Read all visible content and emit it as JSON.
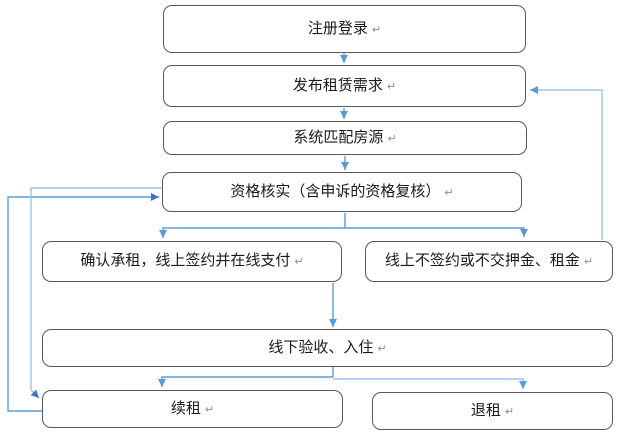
{
  "colors": {
    "box_border": "#595959",
    "box_fill": "#ffffff",
    "text": "#1a1a1a",
    "connector": "#5b9bd5",
    "connector_light": "#9dc3e6",
    "arrow_dark": "#4472c4",
    "return_mark": "#8c8c8c",
    "background": "#ffffff"
  },
  "glyphs": {
    "return_mark": "↵"
  },
  "nodes": {
    "b1": {
      "label": "注册登录"
    },
    "b2": {
      "label": "发布租赁需求"
    },
    "b3": {
      "label": "系统匹配房源"
    },
    "b4": {
      "label": "资格核实（含申诉的资格复核）"
    },
    "b5": {
      "label": "确认承租，线上签约并在线支付"
    },
    "b6": {
      "label": "线上不签约或不交押金、租金"
    },
    "b7": {
      "label": "线下验收、入住"
    },
    "b8": {
      "label": "续租"
    },
    "b9": {
      "label": "退租"
    }
  },
  "edges": [
    {
      "from": "注册登录",
      "to": "发布租赁需求"
    },
    {
      "from": "发布租赁需求",
      "to": "系统匹配房源"
    },
    {
      "from": "系统匹配房源",
      "to": "资格核实（含申诉的资格复核）"
    },
    {
      "from": "资格核实（含申诉的资格复核）",
      "to": "确认承租，线上签约并在线支付"
    },
    {
      "from": "资格核实（含申诉的资格复核）",
      "to": "线上不签约或不交押金、租金"
    },
    {
      "from": "线上不签约或不交押金、租金",
      "to": "发布租赁需求"
    },
    {
      "from": "确认承租，线上签约并在线支付",
      "to": "线下验收、入住"
    },
    {
      "from": "线下验收、入住",
      "to": "续租"
    },
    {
      "from": "线下验收、入住",
      "to": "退租"
    },
    {
      "from": "续租",
      "to": "资格核实（含申诉的资格复核）"
    },
    {
      "from": "资格核实（含申诉的资格复核）",
      "to": "续租"
    }
  ]
}
